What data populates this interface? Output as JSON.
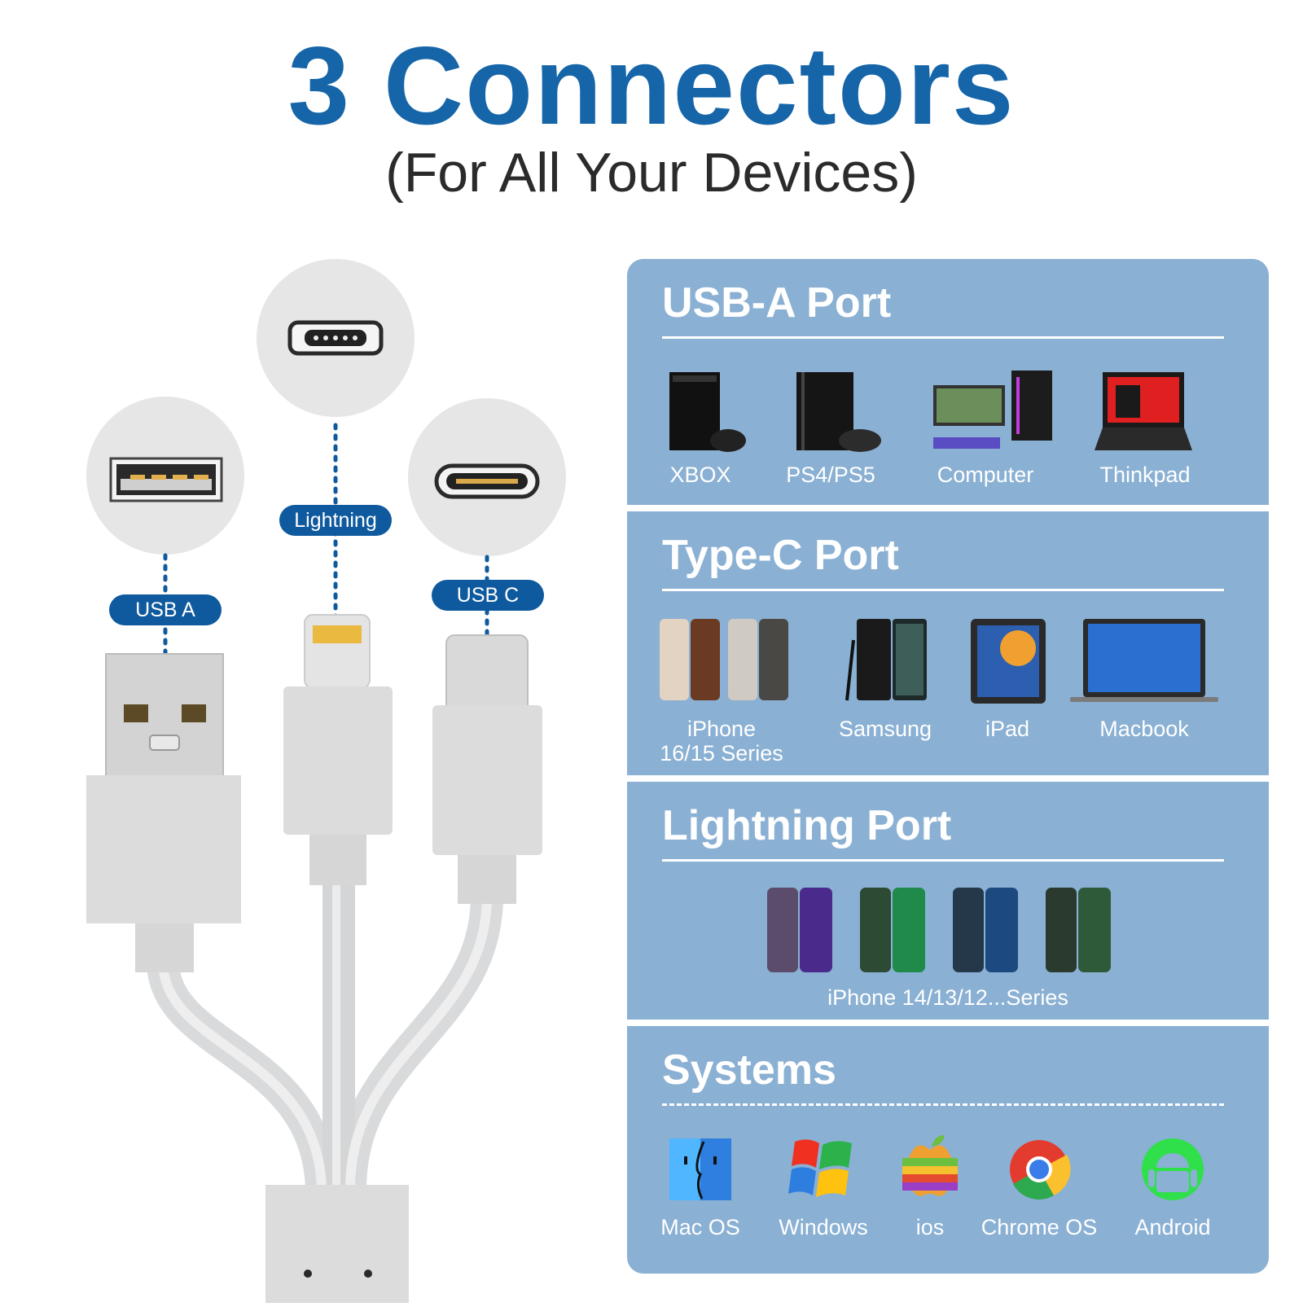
{
  "header": {
    "title": "3 Connectors",
    "subtitle": "(For All Your Devices)"
  },
  "connectors": {
    "usb_a_label": "USB A",
    "lightning_label": "Lightning",
    "usb_c_label": "USB C"
  },
  "sections": {
    "usb_a": {
      "title": "USB-A Port",
      "devices": [
        "XBOX",
        "PS4/PS5",
        "Computer",
        "Thinkpad"
      ]
    },
    "type_c": {
      "title": "Type-C Port",
      "devices": [
        "iPhone\n16/15 Series",
        "Samsung",
        "iPad",
        "Macbook"
      ]
    },
    "lightning": {
      "title": "Lightning Port",
      "devices": [
        "iPhone 14/13/12...Series"
      ]
    },
    "systems": {
      "title": "Systems",
      "items": [
        "Mac OS",
        "Windows",
        "ios",
        "Chrome OS",
        "Android"
      ]
    }
  },
  "colors": {
    "title_blue": "#1565a8",
    "panel_blue": "#8ab0d3",
    "pill_blue": "#0f5a9e",
    "cable_gray": "#d9dadb"
  }
}
